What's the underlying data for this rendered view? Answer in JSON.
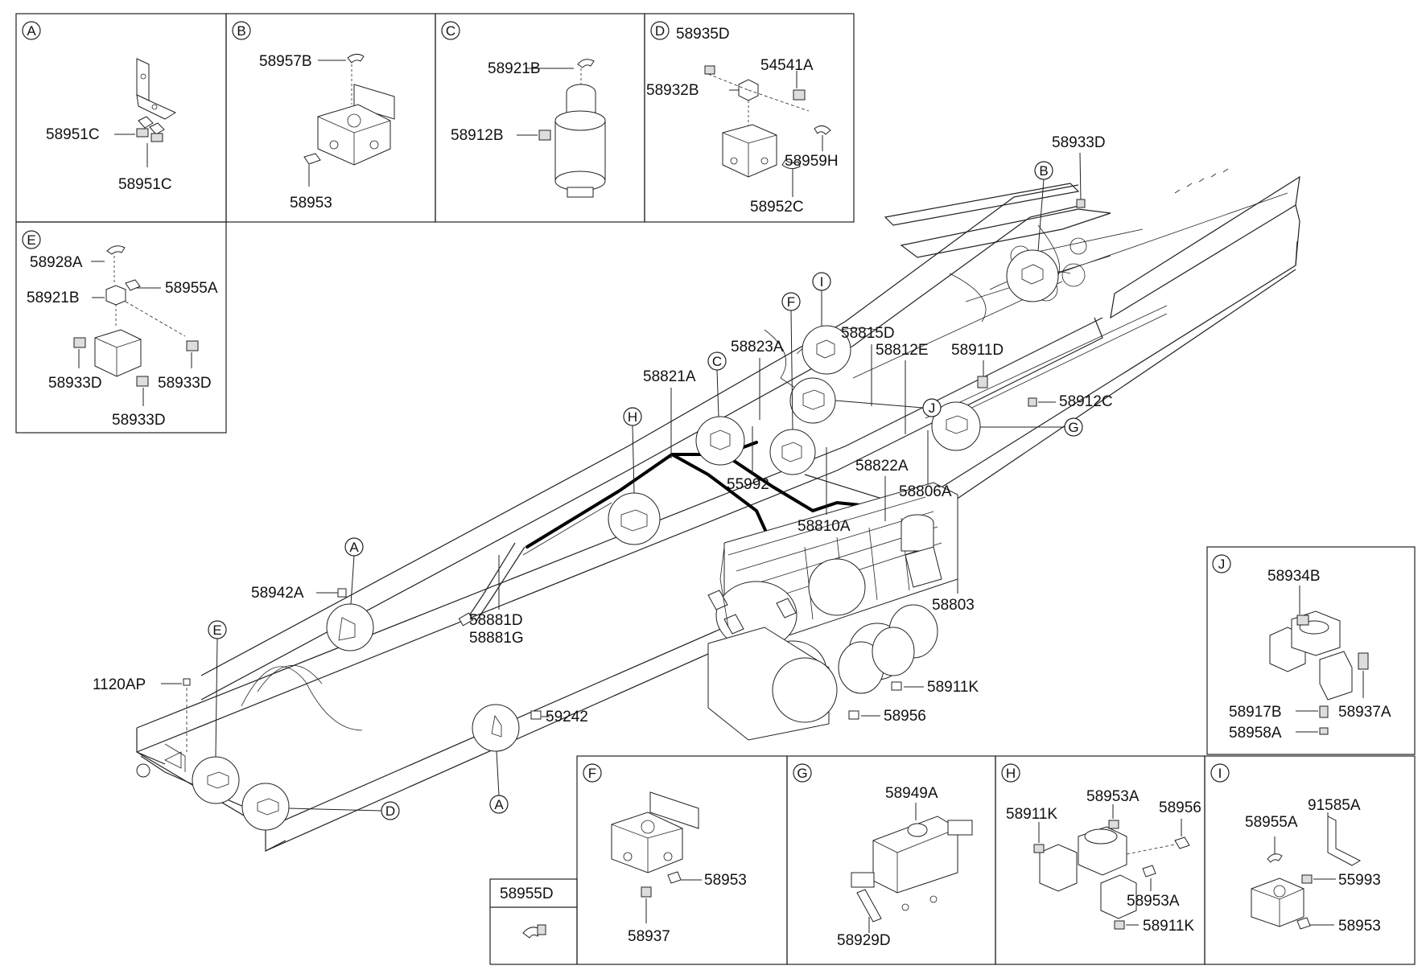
{
  "panels": {
    "A": {
      "letter": "A",
      "parts": [
        "58951C",
        "58951C"
      ]
    },
    "B": {
      "letter": "B",
      "parts": [
        "58957B",
        "58953"
      ]
    },
    "C": {
      "letter": "C",
      "parts": [
        "58921B",
        "58912B"
      ]
    },
    "D": {
      "letter": "D",
      "parts": [
        "58935D",
        "54541A",
        "58932B",
        "58959H",
        "58952C"
      ]
    },
    "E": {
      "letter": "E",
      "parts": [
        "58928A",
        "58921B",
        "58955A",
        "58933D",
        "58933D",
        "58933D"
      ]
    },
    "J": {
      "letter": "J",
      "parts": [
        "58934B",
        "58917B",
        "58937A",
        "58958A"
      ]
    },
    "F": {
      "letter": "F",
      "parts": [
        "58953",
        "58937"
      ]
    },
    "G": {
      "letter": "G",
      "parts": [
        "58949A",
        "58929D"
      ]
    },
    "H": {
      "letter": "H",
      "parts": [
        "58911K",
        "58953A",
        "58956",
        "58953A",
        "58911K"
      ]
    },
    "I": {
      "letter": "I",
      "parts": [
        "91585A",
        "58955A",
        "55993",
        "58953"
      ]
    },
    "D55": {
      "part": "58955D"
    }
  },
  "main": {
    "callouts": [
      "B",
      "I",
      "F",
      "C",
      "H",
      "J",
      "G",
      "A",
      "E",
      "A",
      "D"
    ],
    "labels": [
      "58933D",
      "58815D",
      "58812E",
      "58911D",
      "58912C",
      "58823A",
      "58821A",
      "55992",
      "58822A",
      "58806A",
      "58810A",
      "58803",
      "58942A",
      "58881D",
      "58881G",
      "1120AP",
      "58911K",
      "58956",
      "59242"
    ]
  }
}
